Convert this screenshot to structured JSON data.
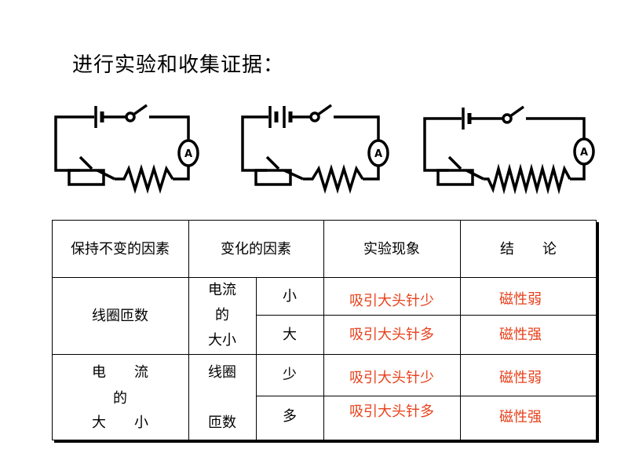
{
  "title": "进行实验和收集证据：",
  "circuits": [
    {
      "ammeter_label": "A"
    },
    {
      "ammeter_label": "A"
    },
    {
      "ammeter_label": "A"
    }
  ],
  "table": {
    "headers": [
      "保持不变的因素",
      "变化的因素",
      "实验现象",
      "结　　论"
    ],
    "group1": {
      "constant": "线圈匝数",
      "variable": [
        "电流",
        "的",
        "大小"
      ],
      "rows": [
        {
          "level": "小",
          "phenomenon": "吸引大头针少",
          "conclusion": "磁性弱"
        },
        {
          "level": "大",
          "phenomenon": "吸引大头针多",
          "conclusion": "磁性强"
        }
      ]
    },
    "group2": {
      "constant": [
        "电　　流",
        "的",
        "大　　小"
      ],
      "variable": [
        "线圈",
        "匝数"
      ],
      "rows": [
        {
          "level": "少",
          "phenomenon": "吸引大头针少",
          "conclusion": "磁性弱"
        },
        {
          "level": "多",
          "phenomenon": "吸引大头针多",
          "conclusion": "磁性强"
        }
      ]
    }
  },
  "colors": {
    "result_text": "#e8411b",
    "line": "#000000"
  }
}
